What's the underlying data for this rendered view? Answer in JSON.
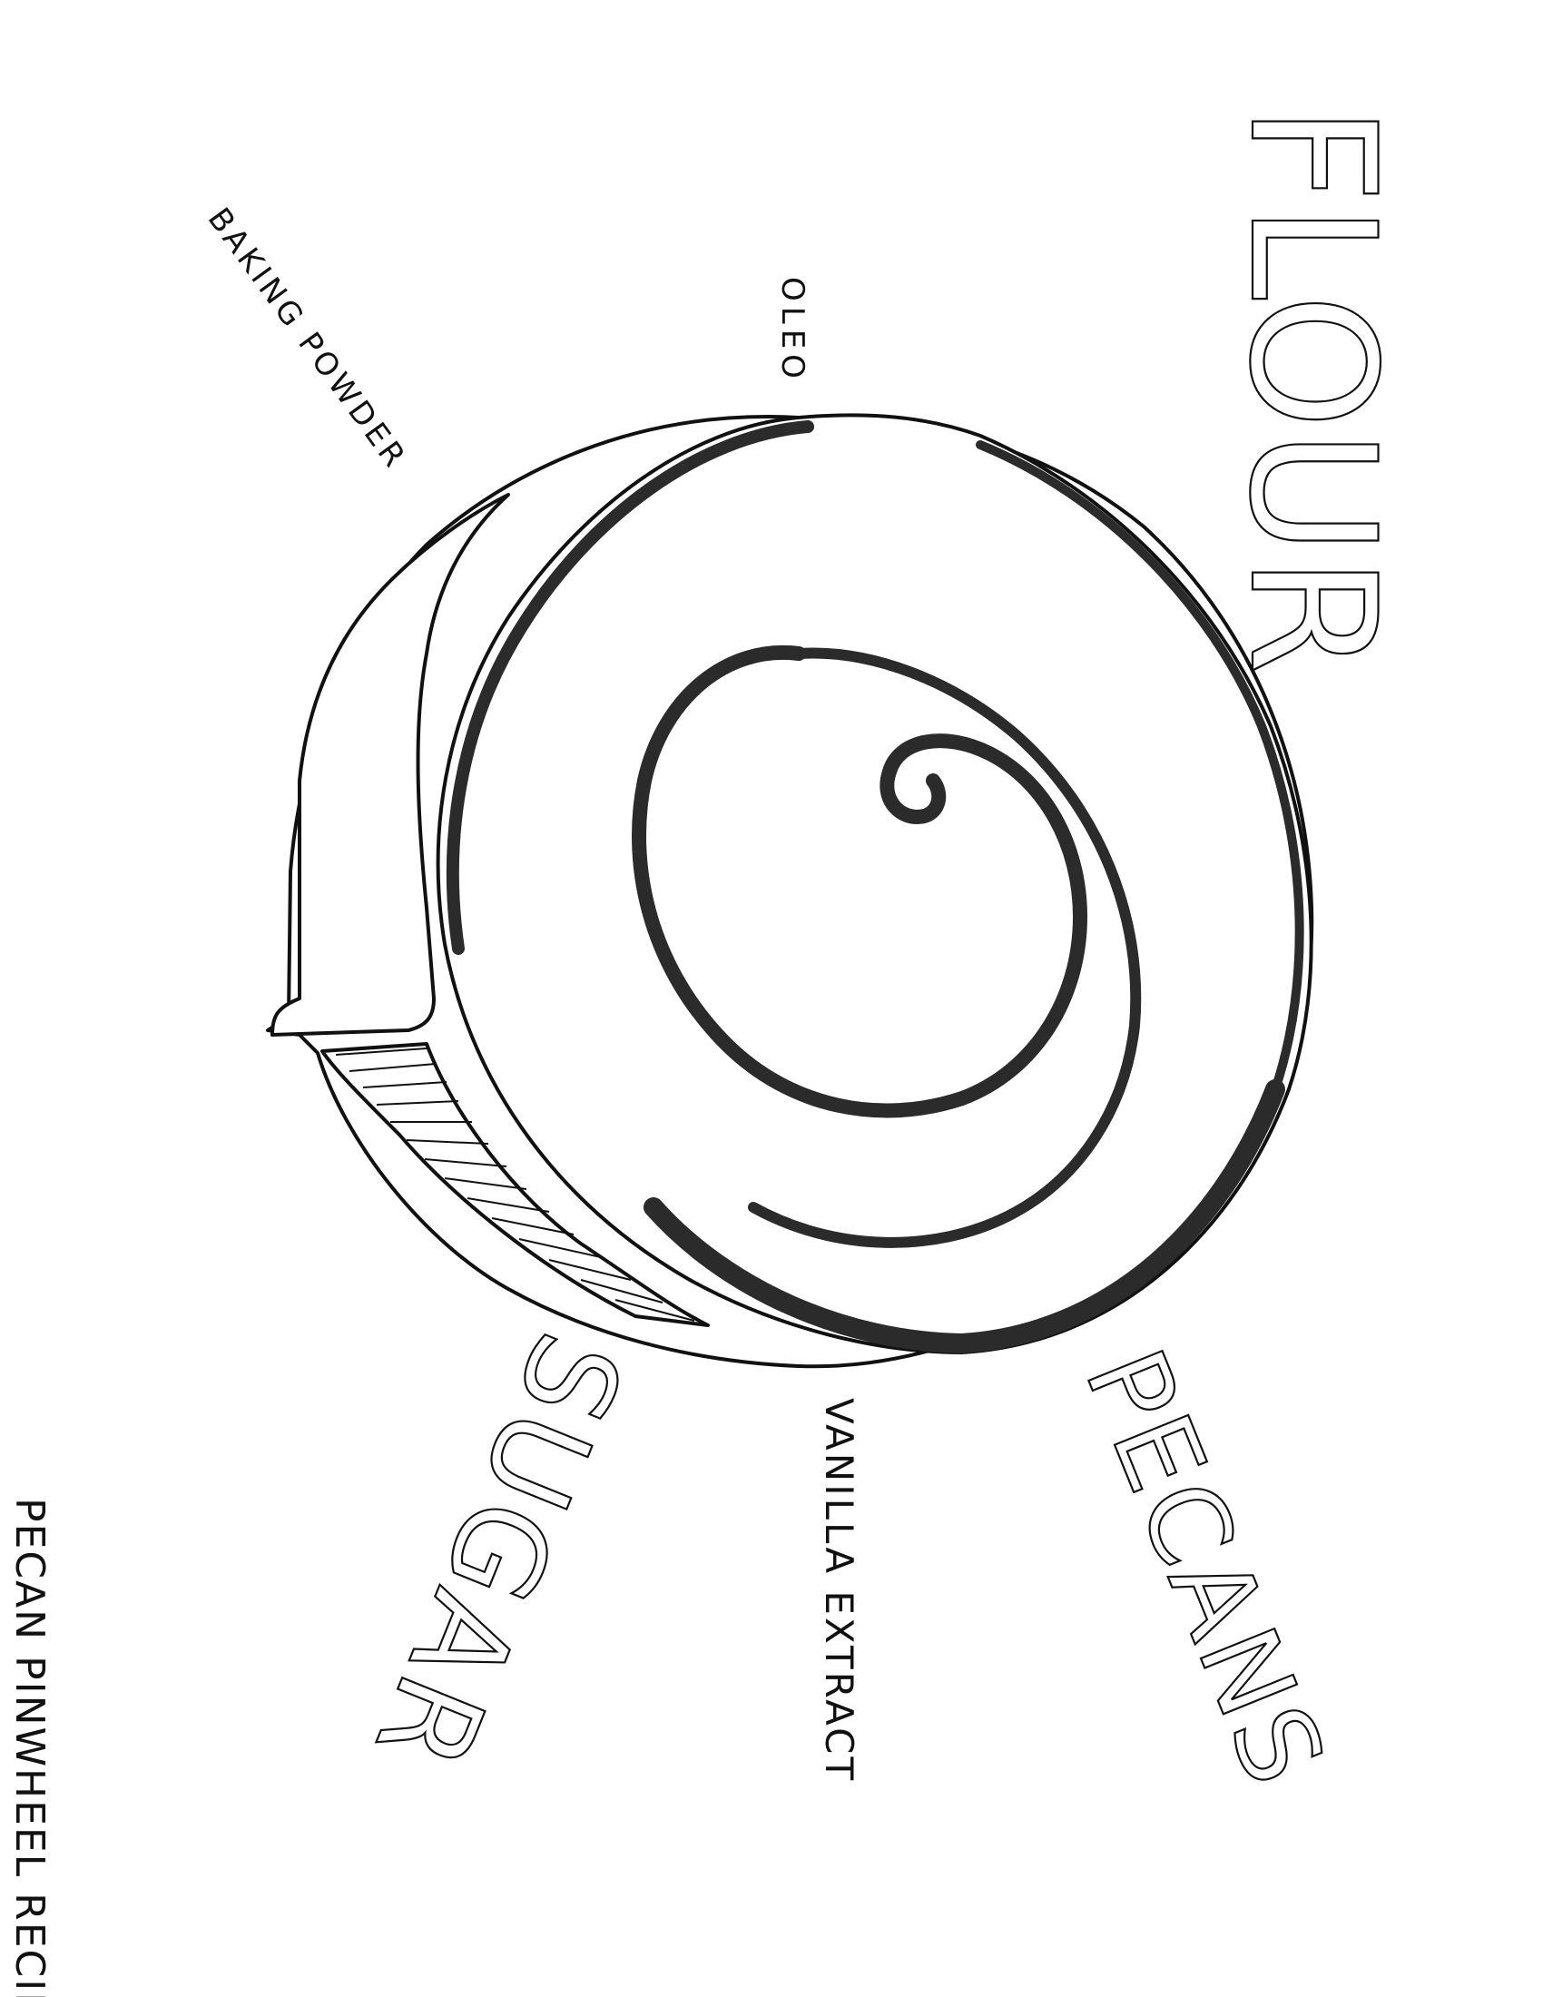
{
  "page": {
    "background": "#ffffff",
    "ink_color": "#111111"
  },
  "illustration": {
    "subject": "pinwheel-icon"
  },
  "labels": {
    "flour": "FLOUR",
    "oleo": "OLEO",
    "baking_powder": "BAKING POWDER",
    "pecans": "PECANS",
    "vanilla_extract": "VANILLA EXTRACT",
    "sugar": "SUGAR",
    "recipe_title": "PECAN PINWHEEL RECIPE"
  }
}
